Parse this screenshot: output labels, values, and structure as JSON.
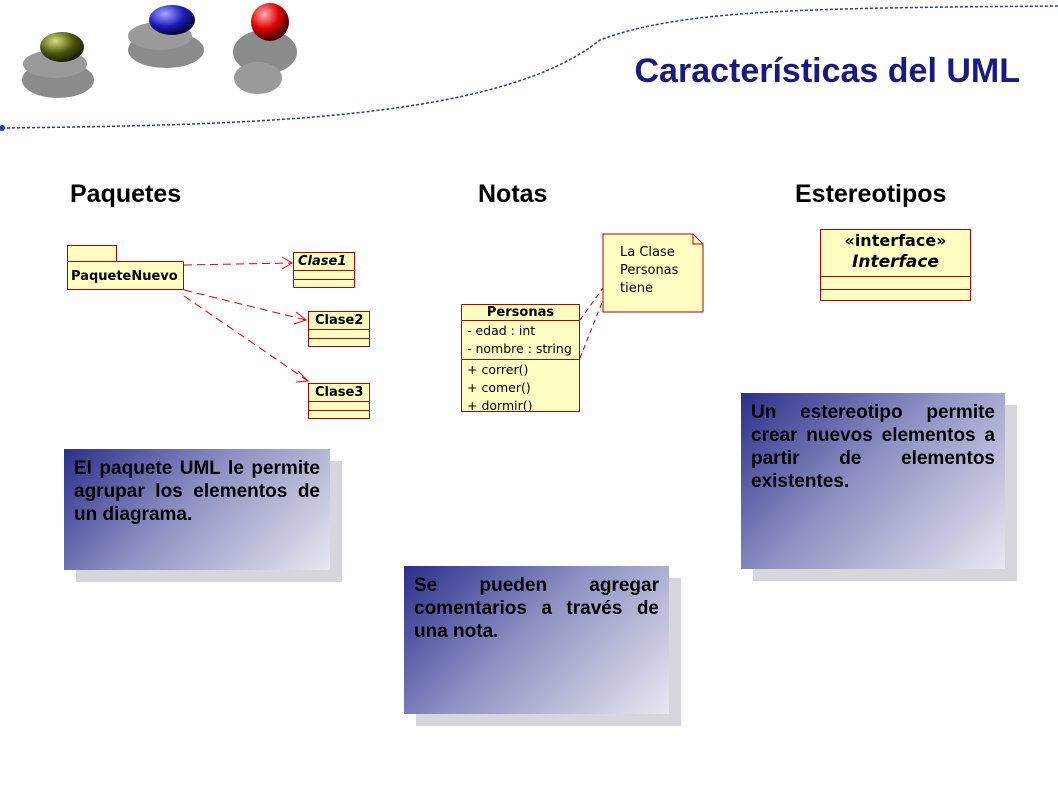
{
  "slide": {
    "title": "Características del UML"
  },
  "columns": [
    {
      "heading": "Paquetes"
    },
    {
      "heading": "Notas"
    },
    {
      "heading": "Estereotipos"
    }
  ],
  "paquetes_diagram": {
    "package_name": "PaqueteNuevo",
    "classes": [
      "Clase1",
      "Clase2",
      "Clase3"
    ]
  },
  "notas_diagram": {
    "class_name": "Personas",
    "attributes": [
      "- edad : int",
      "- nombre : string"
    ],
    "operations": [
      "+ correr()",
      "+ comer()",
      "+ dormir()"
    ],
    "note_lines": [
      "La Clase",
      "Personas",
      "tiene"
    ]
  },
  "estereotipos_diagram": {
    "stereotype": "«interface»",
    "name": "Interface"
  },
  "callouts": {
    "paquetes": "El paquete UML le permite agrupar los elementos de un diagrama.",
    "notas": "Se pueden agregar comentarios a través de una nota.",
    "estereotipos": "Un estereotipo permite crear nuevos elementos a partir de elementos existentes."
  },
  "colors": {
    "title": "#1a1a7a",
    "uml_fill": "#ffffc4",
    "uml_border": "#b10000",
    "callout_dark": "#2a2f8a"
  }
}
